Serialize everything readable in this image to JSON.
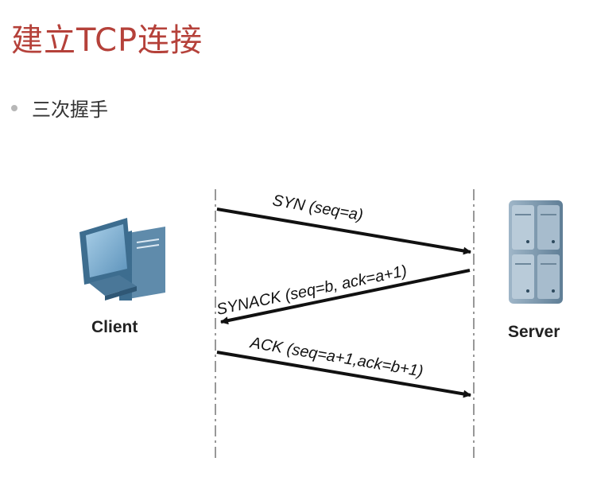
{
  "slide": {
    "title": "建立TCP连接",
    "bullet": "三次握手"
  },
  "diagram": {
    "client_label": "Client",
    "server_label": "Server",
    "messages": [
      {
        "label": "SYN (seq=a)",
        "direction": "client-to-server"
      },
      {
        "label": "SYNACK (seq=b, ack=a+1)",
        "direction": "server-to-client"
      },
      {
        "label": "ACK (seq=a+1,ack=b+1)",
        "direction": "client-to-server"
      }
    ]
  },
  "colors": {
    "title": "#b5413a",
    "arrow": "#111111",
    "lifeline": "#777777",
    "monitor_frame": "#3d6d8f",
    "monitor_screen": "#7fb3d6",
    "server_body": "#7d98ad"
  },
  "icons": {
    "client": "desktop-computer-icon",
    "server": "server-rack-icon"
  }
}
